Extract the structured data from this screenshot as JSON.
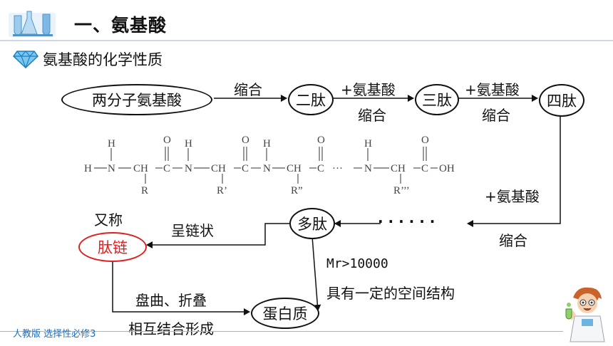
{
  "header": {
    "title": "一、氨基酸"
  },
  "subtitle": "氨基酸的化学性质",
  "nodes": {
    "two_molecule": "两分子氨基酸",
    "dipeptide": "二肽",
    "tripeptide": "三肽",
    "tetrapeptide": "四肽",
    "polypeptide": "多肽",
    "peptide_chain": "肽链",
    "protein": "蛋白质"
  },
  "edges": {
    "condense_1": "缩合",
    "add_aa_1": "+氨基酸",
    "condense_2": "缩合",
    "add_aa_2": "+氨基酸",
    "condense_3": "缩合",
    "add_aa_3": "+氨基酸",
    "condense_4": "缩合",
    "ellipsis": "· · · · · ·",
    "chain_form": "呈链状",
    "also_called": "又称",
    "coil_fold": "盘曲、折叠",
    "combine_form": "相互结合形成",
    "mr_label": "Mr>10000",
    "structure_label": "具有一定的空间结构"
  },
  "chem": {
    "h": "H",
    "n": "N",
    "ch": "CH",
    "c": "C",
    "o": "O",
    "oh": "OH",
    "r1": "R",
    "r2": "R’",
    "r3": "R”",
    "r4": "R’’’",
    "dots": "···"
  },
  "footer": {
    "text": "人教版 选择性必修3"
  },
  "icons": {
    "logo": "lab-glassware-icon",
    "bullet": "diamond-icon",
    "mascot": "scientist-mascot-icon"
  },
  "colors": {
    "accent_red": "#e02020",
    "footer_blue": "#1a6fc4"
  }
}
